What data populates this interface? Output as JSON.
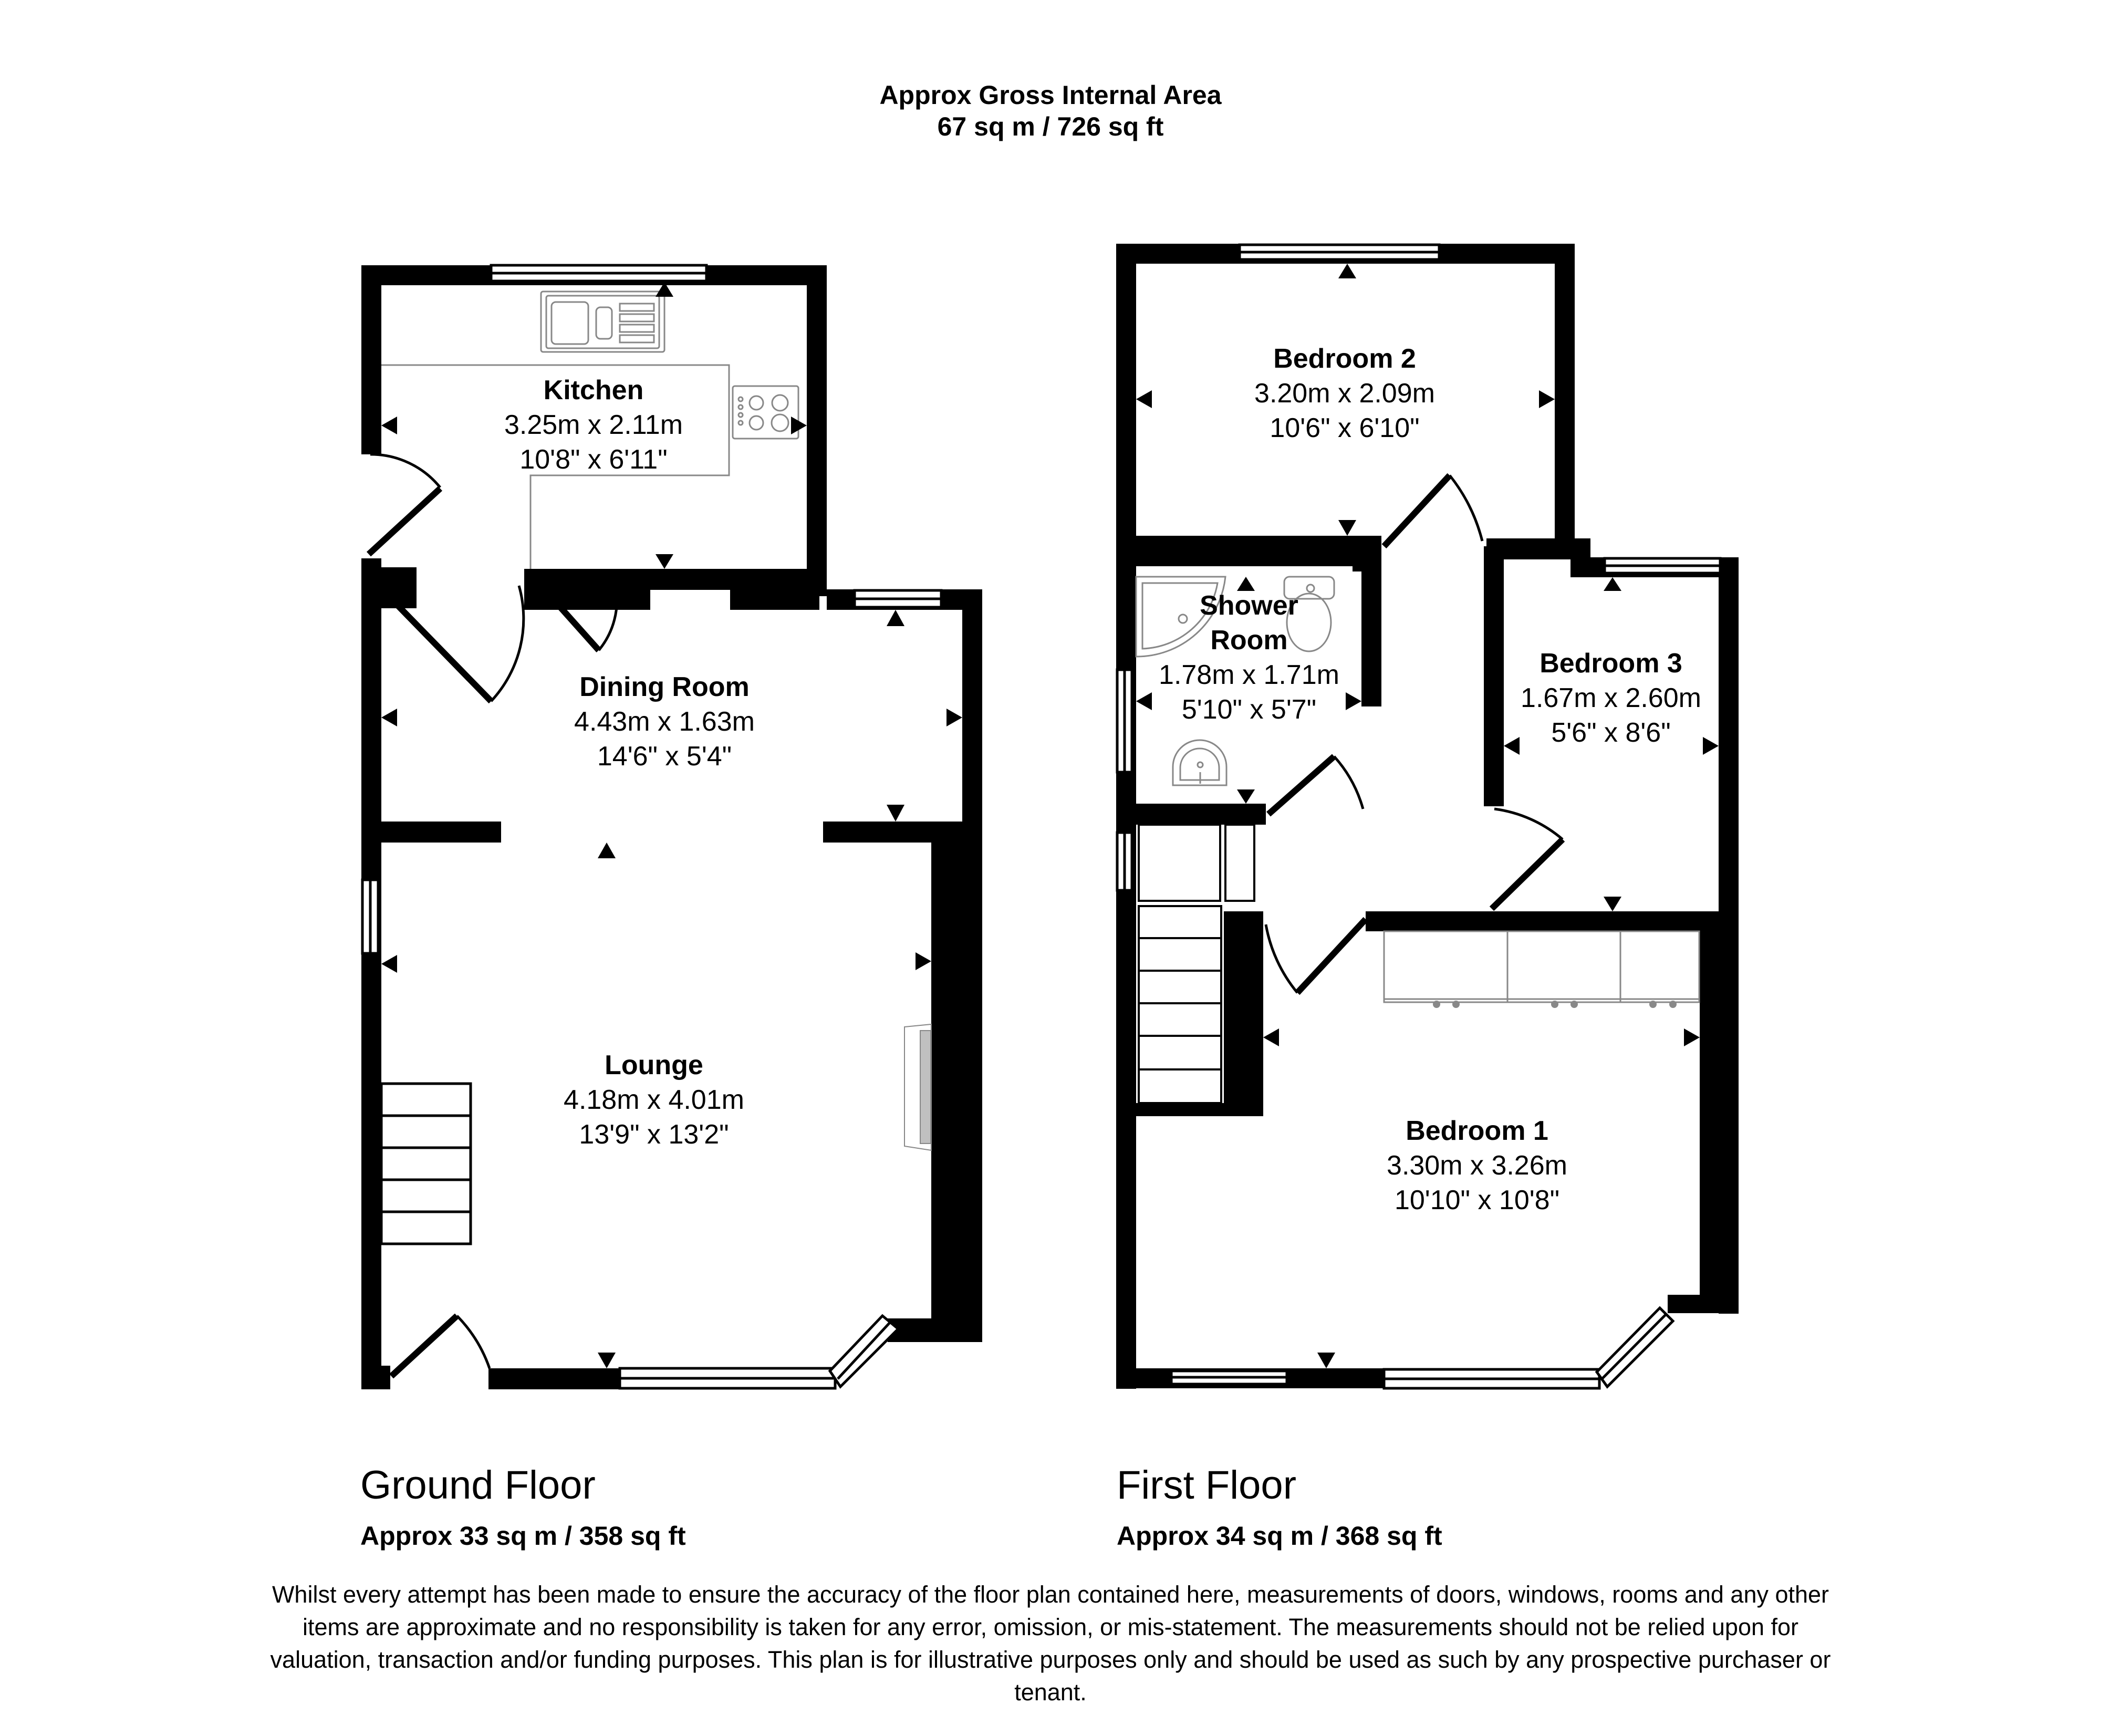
{
  "header": {
    "title": "Approx Gross Internal Area",
    "total_area": "67 sq m / 726 sq ft"
  },
  "floors": [
    {
      "name": "Ground Floor",
      "area": "Approx 33 sq m / 358 sq ft",
      "rooms": [
        {
          "name": "Kitchen",
          "metric": "3.25m x 2.11m",
          "imperial": "10'8\" x 6'11\""
        },
        {
          "name": "Dining Room",
          "metric": "4.43m x 1.63m",
          "imperial": "14'6\" x 5'4\""
        },
        {
          "name": "Lounge",
          "metric": "4.18m x 4.01m",
          "imperial": "13'9\" x 13'2\""
        }
      ]
    },
    {
      "name": "First Floor",
      "area": "Approx 34 sq m / 368 sq ft",
      "rooms": [
        {
          "name": "Bedroom 2",
          "metric": "3.20m x 2.09m",
          "imperial": "10'6\" x 6'10\""
        },
        {
          "name": "Shower Room",
          "name_line1": "Shower",
          "name_line2": "Room",
          "metric": "1.78m x 1.71m",
          "imperial": "5'10\" x 5'7\""
        },
        {
          "name": "Bedroom 3",
          "metric": "1.67m x 2.60m",
          "imperial": "5'6\" x 8'6\""
        },
        {
          "name": "Bedroom 1",
          "metric": "3.30m x 3.26m",
          "imperial": "10'10\" x 10'8\""
        }
      ]
    }
  ],
  "disclaimer": "Whilst every attempt has been made to ensure the accuracy of the floor plan contained here, measurements of doors, windows, rooms and any other items are approximate and no responsibility is taken for any error, omission, or mis-statement. The measurements should not be relied upon for valuation, transaction and/or funding purposes. This plan is for illustrative purposes only and should be used as such by any prospective purchaser or tenant.",
  "colors": {
    "wall": "#000000",
    "fixture": "#888888",
    "background": "#ffffff"
  }
}
